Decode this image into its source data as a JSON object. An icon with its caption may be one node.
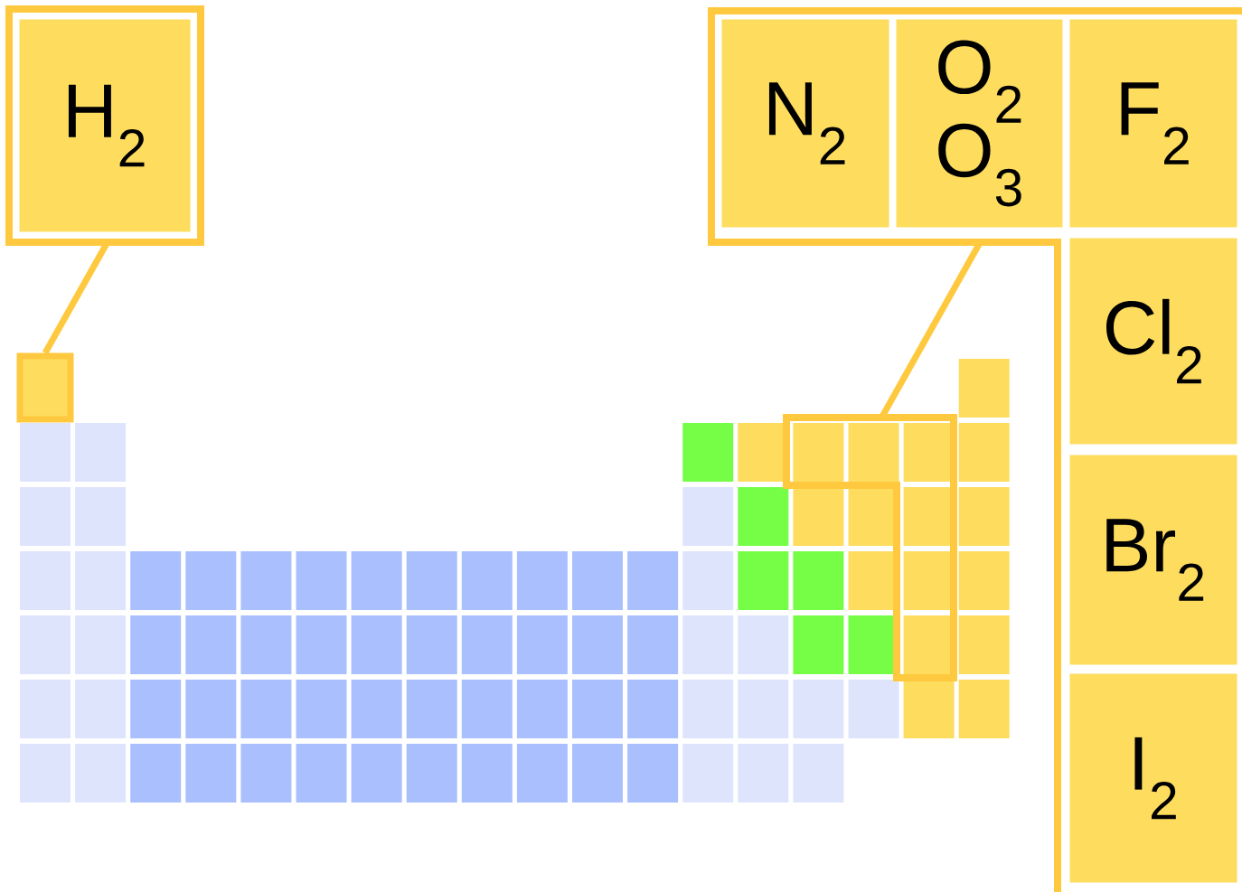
{
  "diagram": {
    "nodes": [
      {
        "text": [
          "H$_{2}$"
        ]
      },
      {
        "text": [],
        "shape": "box"
      },
      {
        "text": [
          "N$_{2}$"
        ]
      },
      {
        "text": [
          "O$_{2}$",
          "O$_{3}$"
        ]
      },
      {
        "text": [
          "F$_{2}$"
        ]
      },
      {
        "text": [
          "Cl$_{2}$"
        ]
      },
      {
        "text": [
          "Br$_{2}$"
        ]
      },
      {
        "text": [
          "I$_{2}$"
        ]
      },
      {
        "text": [],
        "shape": "box"
      }
    ],
    "edges": [
      {
        "from": 0,
        "to": 1,
        "arrow": "none"
      },
      {
        "from": 3,
        "to": 8,
        "arrow": "none"
      }
    ]
  }
}
